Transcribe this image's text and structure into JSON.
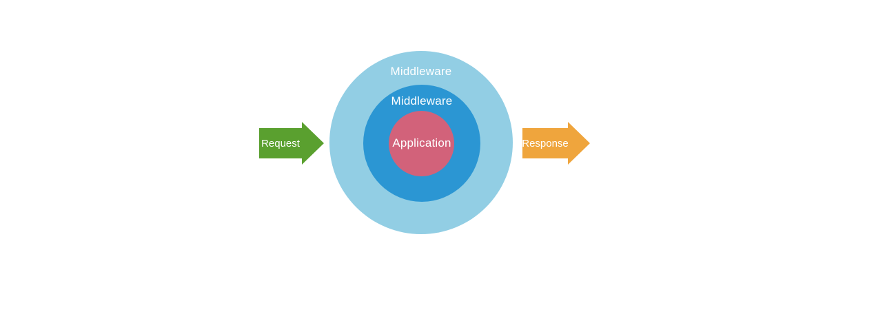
{
  "page": {
    "background": "#ffffff"
  },
  "diagram": {
    "label_color": "#ffffff",
    "layers": [
      {
        "id": "outer-middleware",
        "label": "Middleware",
        "color": "#92CEE4"
      },
      {
        "id": "inner-middleware",
        "label": "Middleware",
        "color": "#2B96D3"
      },
      {
        "id": "application-core",
        "label": "Application",
        "color": "#D2627A"
      }
    ],
    "request_arrow": {
      "label": "Request",
      "color": "#5AA02F"
    },
    "response_arrow": {
      "label": "Response",
      "color": "#EFA53D"
    }
  }
}
